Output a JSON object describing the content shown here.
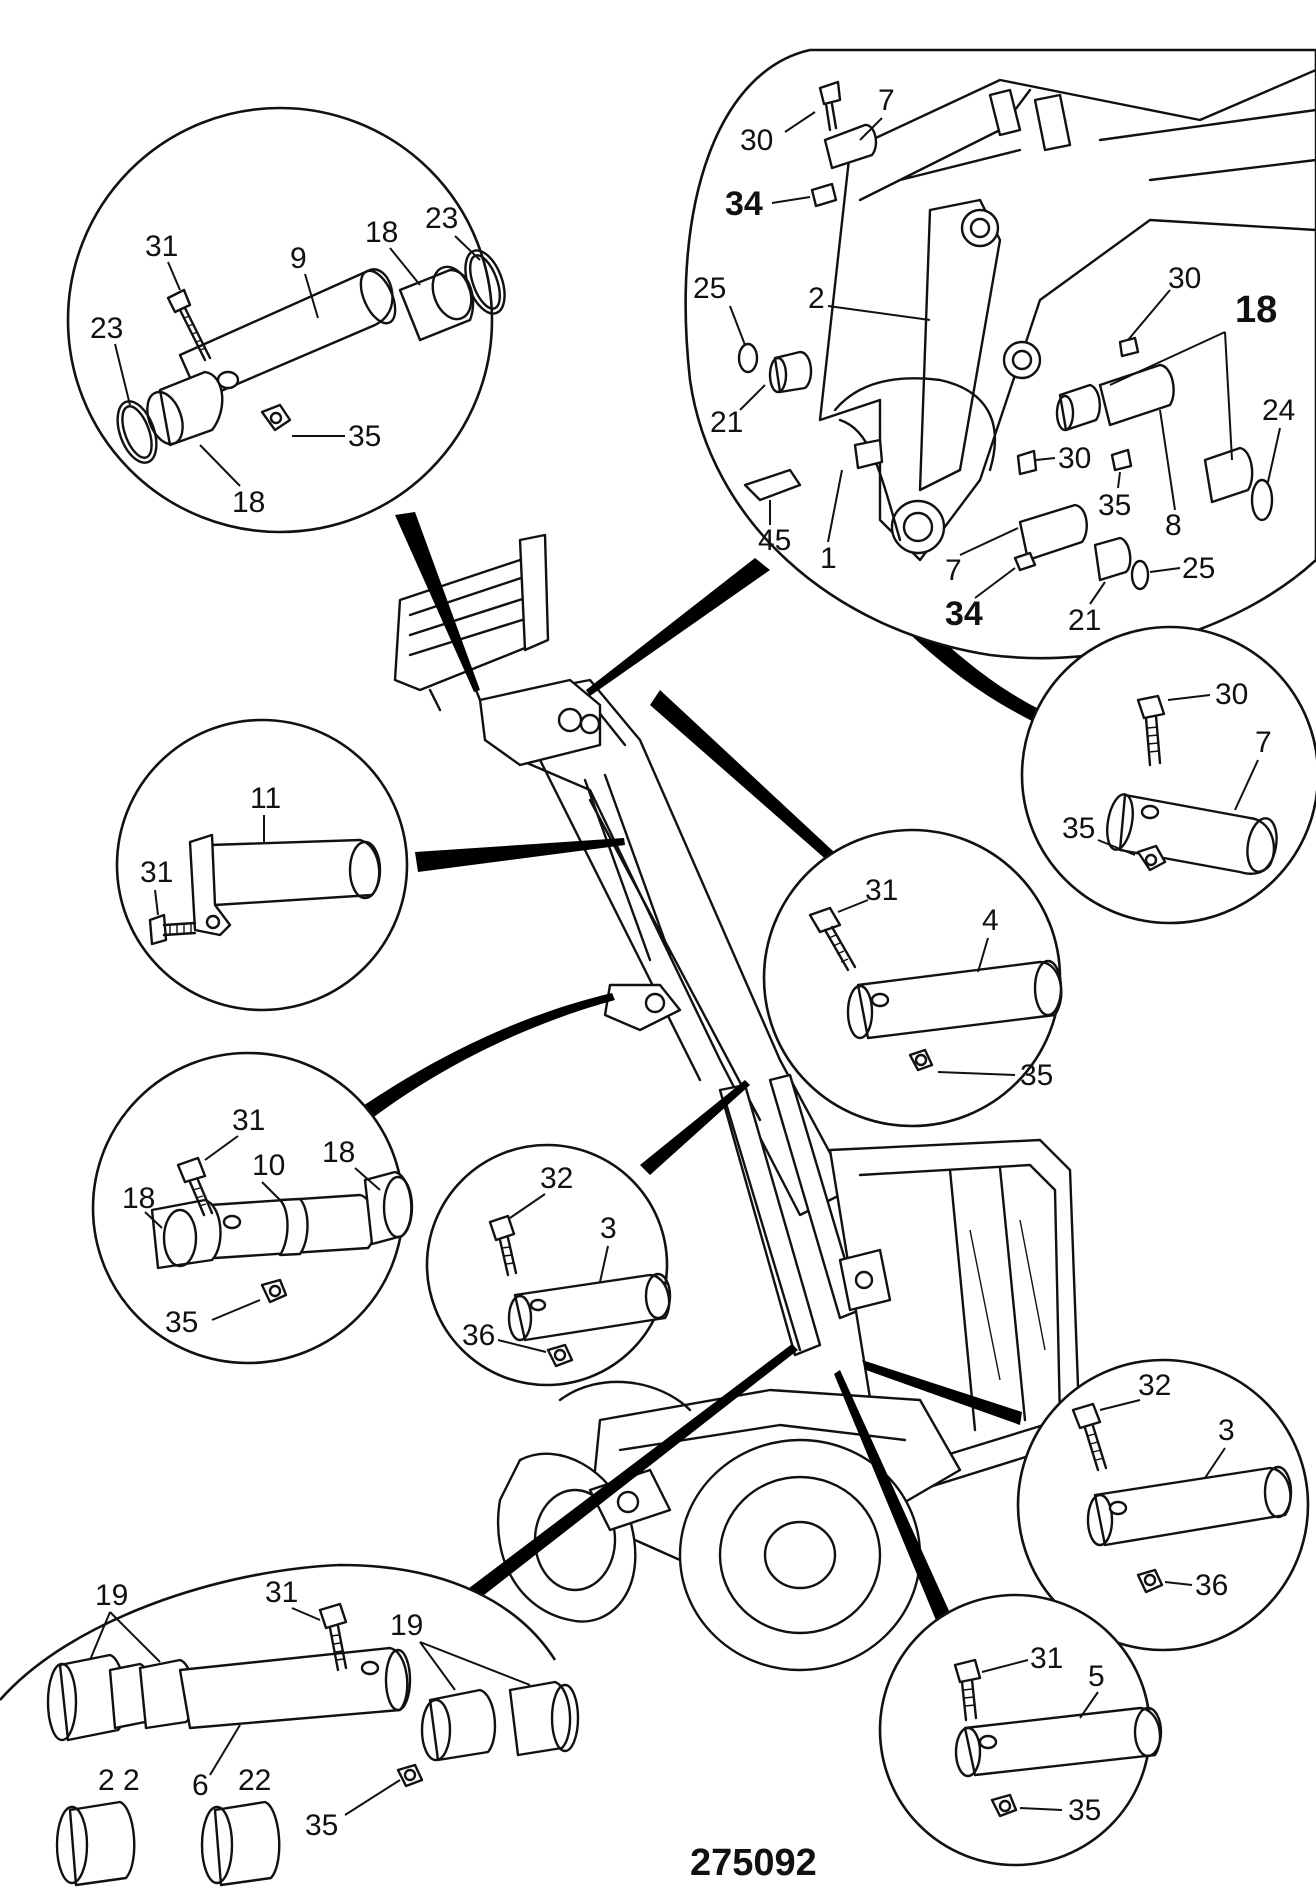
{
  "diagram": {
    "reference_number": "275092",
    "detail_A": {
      "labels": [
        "31",
        "9",
        "18",
        "23",
        "23",
        "35",
        "18"
      ]
    },
    "detail_B": {
      "labels": [
        "30",
        "7",
        "34",
        "25",
        "2",
        "21",
        "45",
        "1",
        "30",
        "18",
        "24",
        "30",
        "35",
        "8",
        "7",
        "34",
        "21",
        "25"
      ]
    },
    "detail_C": {
      "labels": [
        "30",
        "7",
        "35"
      ]
    },
    "detail_D": {
      "labels": [
        "11",
        "31"
      ]
    },
    "detail_E": {
      "labels": [
        "31",
        "4",
        "35"
      ]
    },
    "detail_F": {
      "labels": [
        "31",
        "10",
        "18",
        "18",
        "35"
      ]
    },
    "detail_G": {
      "labels": [
        "32",
        "3",
        "36"
      ]
    },
    "detail_H": {
      "labels": [
        "32",
        "3",
        "36"
      ]
    },
    "detail_I": {
      "labels": [
        "31",
        "19",
        "19",
        "6",
        "2 2",
        "22",
        "35"
      ]
    },
    "detail_J": {
      "labels": [
        "31",
        "5",
        "35"
      ]
    }
  }
}
